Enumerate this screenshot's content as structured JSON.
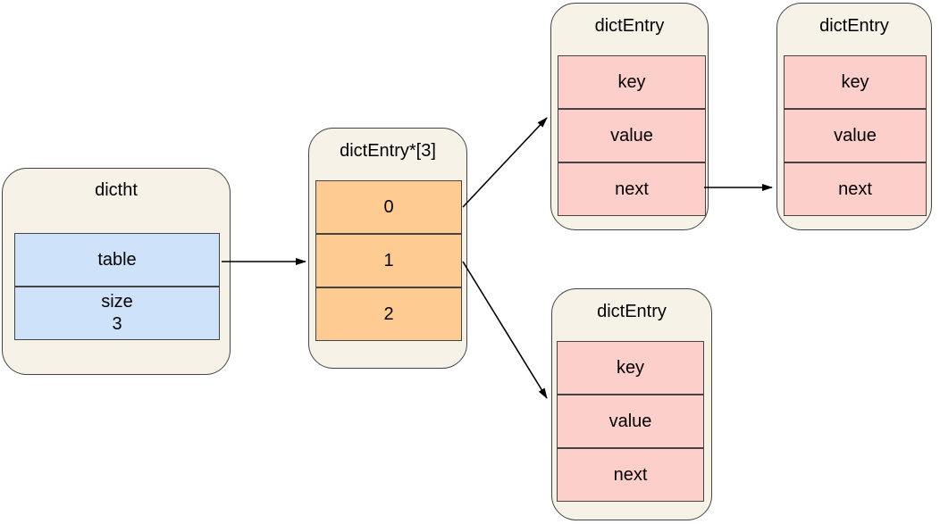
{
  "colors": {
    "page_bg": "#ffffff",
    "node_fill": "#f6f2e8",
    "node_border": "#444444",
    "dictht_row_fill": "#cee3f9",
    "array_row_fill": "#fecb92",
    "entry_row_fill": "#fccfcb",
    "arrow": "#000000",
    "text": "#000000"
  },
  "nodes": {
    "dictht": {
      "title": "dictht",
      "rows": [
        {
          "label": "table"
        },
        {
          "label": "size",
          "value": "3"
        }
      ]
    },
    "bucket_array": {
      "title": "dictEntry*[3]",
      "slots": [
        "0",
        "1",
        "2"
      ]
    },
    "entry_chain_first": {
      "title": "dictEntry",
      "fields": [
        "key",
        "value",
        "next"
      ]
    },
    "entry_chain_second": {
      "title": "dictEntry",
      "fields": [
        "key",
        "value",
        "next"
      ]
    },
    "entry_single": {
      "title": "dictEntry",
      "fields": [
        "key",
        "value",
        "next"
      ]
    }
  }
}
